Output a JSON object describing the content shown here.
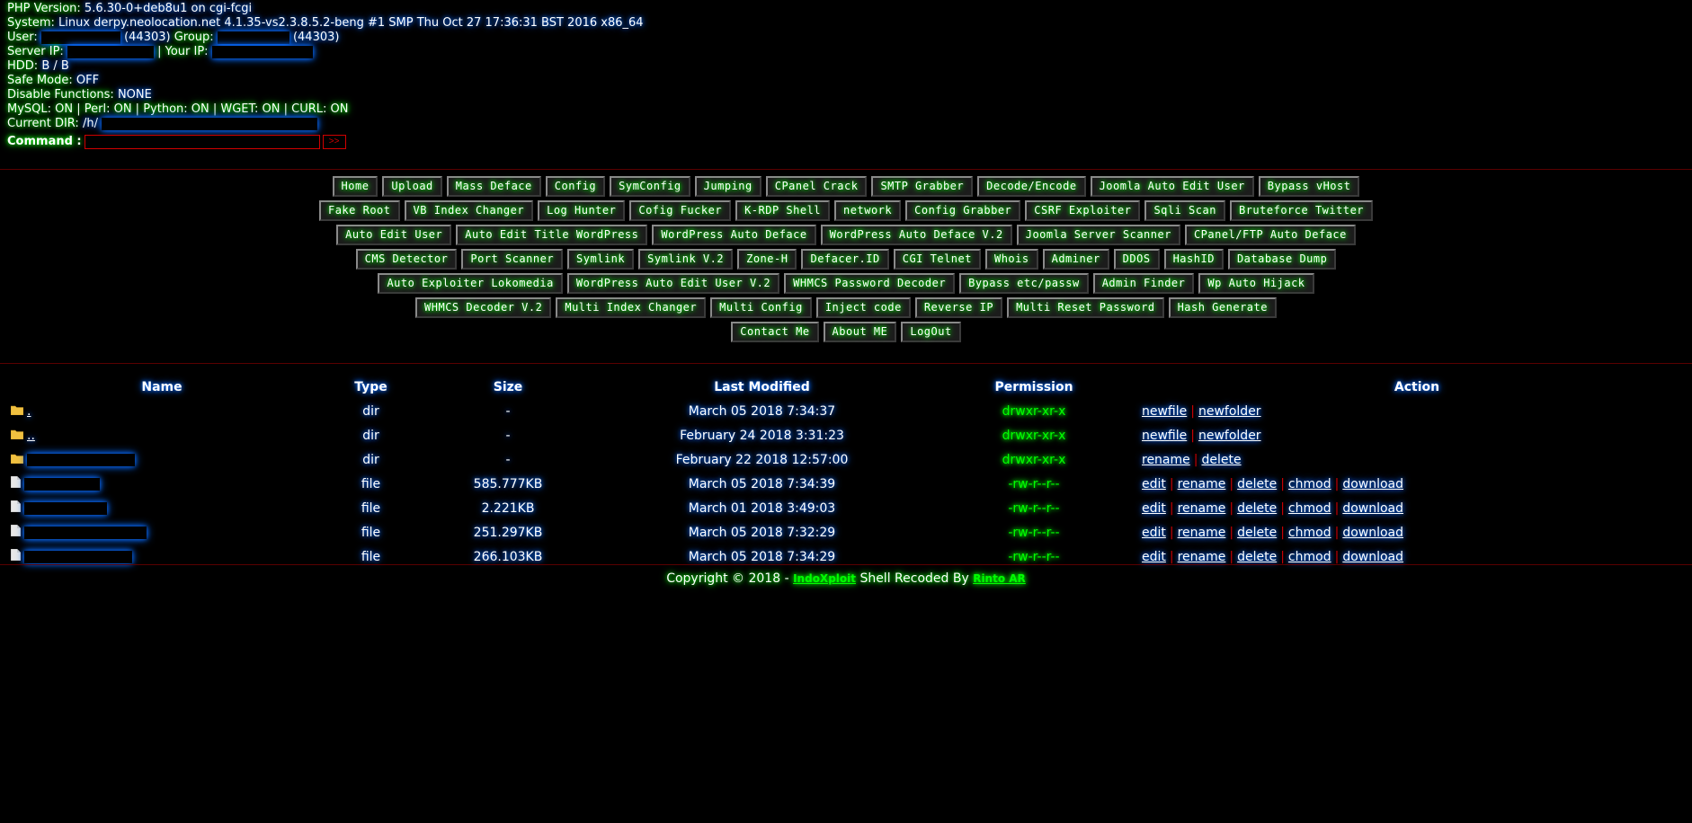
{
  "info": {
    "php_label": "PHP Version:",
    "php_value": "5.6.30-0+deb8u1 on cgi-fcgi",
    "system_label": "System:",
    "system_value": "Linux derpy.neolocation.net 4.1.35-vs2.3.8.5.2-beng #1 SMP Thu Oct 27 17:36:31 BST 2016 x86_64",
    "user_label": "User:",
    "user_id": "(44303)",
    "group_label": "Group:",
    "group_id": "(44303)",
    "server_ip_label": "Server IP:",
    "your_ip_label": "| Your IP:",
    "hdd_label": "HDD:",
    "hdd_value": "B / B",
    "safe_mode_label": "Safe Mode:",
    "safe_mode_value": "OFF",
    "disable_functions_label": "Disable Functions:",
    "disable_functions_value": "NONE",
    "modules_line": "MySQL: ON | Perl: ON | Python: ON | WGET: ON | CURL: ON",
    "current_dir_label": "Current DIR:",
    "current_dir_value": "/h/",
    "command_label": "Command :",
    "command_value": "",
    "command_button": ">>"
  },
  "menu_rows": [
    [
      "Home",
      "Upload",
      "Mass Deface",
      "Config",
      "SymConfig",
      "Jumping",
      "CPanel Crack",
      "SMTP Grabber",
      "Decode/Encode",
      "Joomla Auto Edit User",
      "Bypass vHost"
    ],
    [
      "Fake Root",
      "VB Index Changer",
      "Log Hunter",
      "Cofig Fucker",
      "K-RDP Shell",
      "network",
      "Config Grabber",
      "CSRF Exploiter",
      "Sqli Scan",
      "Bruteforce Twitter"
    ],
    [
      "Auto Edit User",
      "Auto Edit Title WordPress",
      "WordPress Auto Deface",
      "WordPress Auto Deface V.2",
      "Joomla Server Scanner",
      "CPanel/FTP Auto Deface"
    ],
    [
      "CMS Detector",
      "Port Scanner",
      "Symlink",
      "Symlink V.2",
      "Zone-H",
      "Defacer.ID",
      "CGI Telnet",
      "Whois",
      "Adminer",
      "DDOS",
      "HashID",
      "Database Dump"
    ],
    [
      "Auto Exploiter Lokomedia",
      "WordPress Auto Edit User V.2",
      "WHMCS Password Decoder",
      "Bypass etc/passw",
      "Admin Finder",
      "Wp Auto Hijack"
    ],
    [
      "WHMCS Decoder V.2",
      "Multi Index Changer",
      "Multi Config",
      "Inject code",
      "Reverse IP",
      "Multi Reset Password",
      "Hash Generate"
    ],
    [
      "Contact Me",
      "About ME",
      "LogOut"
    ]
  ],
  "table": {
    "headers": {
      "name": "Name",
      "type": "Type",
      "size": "Size",
      "modified": "Last Modified",
      "permission": "Permission",
      "action": "Action"
    },
    "rows": [
      {
        "name": ".",
        "type": "dir",
        "size": "-",
        "modified": "March 05 2018 7:34:37",
        "perm": "drwxr-xr-x",
        "kind": "folder",
        "actions": [
          "newfile",
          "newfolder"
        ]
      },
      {
        "name": "..",
        "type": "dir",
        "size": "-",
        "modified": "February 24 2018 3:31:23",
        "perm": "drwxr-xr-x",
        "kind": "folder",
        "actions": [
          "newfile",
          "newfolder"
        ]
      },
      {
        "name": "",
        "type": "dir",
        "size": "-",
        "modified": "February 22 2018 12:57:00",
        "perm": "drwxr-xr-x",
        "kind": "folder",
        "actions": [
          "rename",
          "delete"
        ]
      },
      {
        "name": "",
        "type": "file",
        "size": "585.777KB",
        "modified": "March 05 2018 7:34:39",
        "perm": "-rw-r--r--",
        "kind": "file",
        "actions": [
          "edit",
          "rename",
          "delete",
          "chmod",
          "download"
        ]
      },
      {
        "name": "",
        "type": "file",
        "size": "2.221KB",
        "modified": "March 01 2018 3:49:03",
        "perm": "-rw-r--r--",
        "kind": "file",
        "actions": [
          "edit",
          "rename",
          "delete",
          "chmod",
          "download"
        ]
      },
      {
        "name": "",
        "type": "file",
        "size": "251.297KB",
        "modified": "March 05 2018 7:32:29",
        "perm": "-rw-r--r--",
        "kind": "file",
        "actions": [
          "edit",
          "rename",
          "delete",
          "chmod",
          "download"
        ]
      },
      {
        "name": "",
        "type": "file",
        "size": "266.103KB",
        "modified": "March 05 2018 7:34:29",
        "perm": "-rw-r--r--",
        "kind": "file",
        "actions": [
          "edit",
          "rename",
          "delete",
          "chmod",
          "download"
        ]
      }
    ]
  },
  "footer": {
    "prefix": "Copyright © 2018 -",
    "link1": "IndoXploit",
    "middle": "Shell Recoded By",
    "link2": "Rinto AR"
  },
  "icons": {
    "folder": "folder-icon",
    "file": "file-icon"
  },
  "colors": {
    "accent_green": "#00ff00",
    "accent_blue": "#0a6cff",
    "accent_red": "#d00000",
    "background": "#000000"
  }
}
